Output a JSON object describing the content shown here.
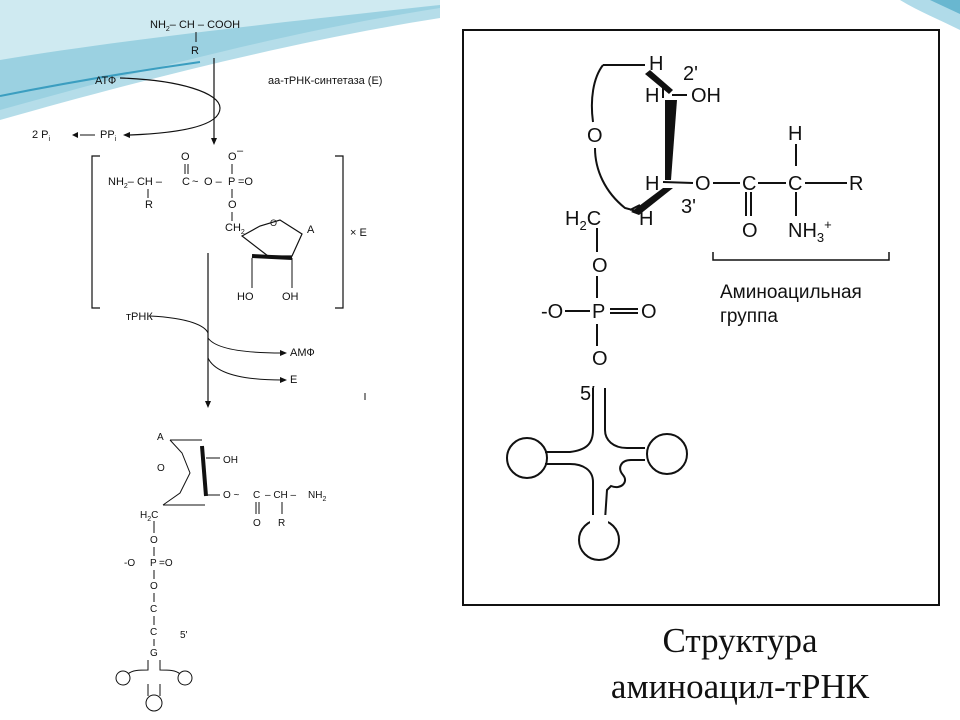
{
  "left": {
    "step1": {
      "amino_formula_a": "NH",
      "amino_formula_b": "2",
      "amino_formula_c": "– CH – COOH",
      "r": "R",
      "atp": "АТФ",
      "enzyme": "аа-тРНК-синтетаза (E)",
      "pi": "2 P",
      "pi_sub": "i",
      "ppi": "PP",
      "ppi_sub": "i"
    },
    "intermediate": {
      "nh2": "NH",
      "nh2_sub": "2",
      "ch": "– CH –",
      "c": "C",
      "tilde": "~",
      "o1": "O –",
      "p": "P",
      "eq_o": "=O",
      "o_top": "O",
      "minus": "–",
      "o_carb": "O",
      "r": "R",
      "o_ch2": "O",
      "ch2": "CH",
      "ch2_sub": "2",
      "a": "A",
      "ho": "HO",
      "oh": "OH",
      "xe": "× E"
    },
    "step2": {
      "trna": "тРНК",
      "amp": "АМФ",
      "e": "E"
    },
    "product": {
      "a": "A",
      "oh": "OH",
      "o_tilde": "O ~",
      "c": "C",
      "ch": "– CH –",
      "nh2": "NH",
      "nh2_sub": "2",
      "ring_o": "O",
      "h2c": "H",
      "h2c_sub": "2",
      "h2c_c": "C",
      "o_carb": "O",
      "r": "R",
      "o1": "O",
      "minus_o": "-O",
      "p": "P",
      "eq_o": "=O",
      "o2": "O",
      "c1": "C",
      "c2": "C",
      "g": "G",
      "five": "5'"
    }
  },
  "right": {
    "h_top": "H",
    "two_prime": "2'",
    "h_oh": "H",
    "oh": "OH",
    "ring_o": "O",
    "h_mid": "H",
    "o_ester": "O",
    "c1": "C",
    "c2": "C",
    "r": "R",
    "h_alpha": "H",
    "three_prime": "3'",
    "h2c": "H",
    "h2c_sub": "2",
    "h2c_c": "C",
    "h_ring": "H",
    "o_carb": "O",
    "nh3": "NH",
    "nh3_sub": "3",
    "nh3_plus": "+",
    "o_link": "O",
    "minus_o": "-O",
    "p": "P",
    "eq_o": "O",
    "o_link2": "O",
    "five_prime": "5′",
    "group_label_1": "Аминоацильная",
    "group_label_2": "группа"
  },
  "caption": {
    "line1": "Структура",
    "line2": "аминоацил-тРНК"
  }
}
